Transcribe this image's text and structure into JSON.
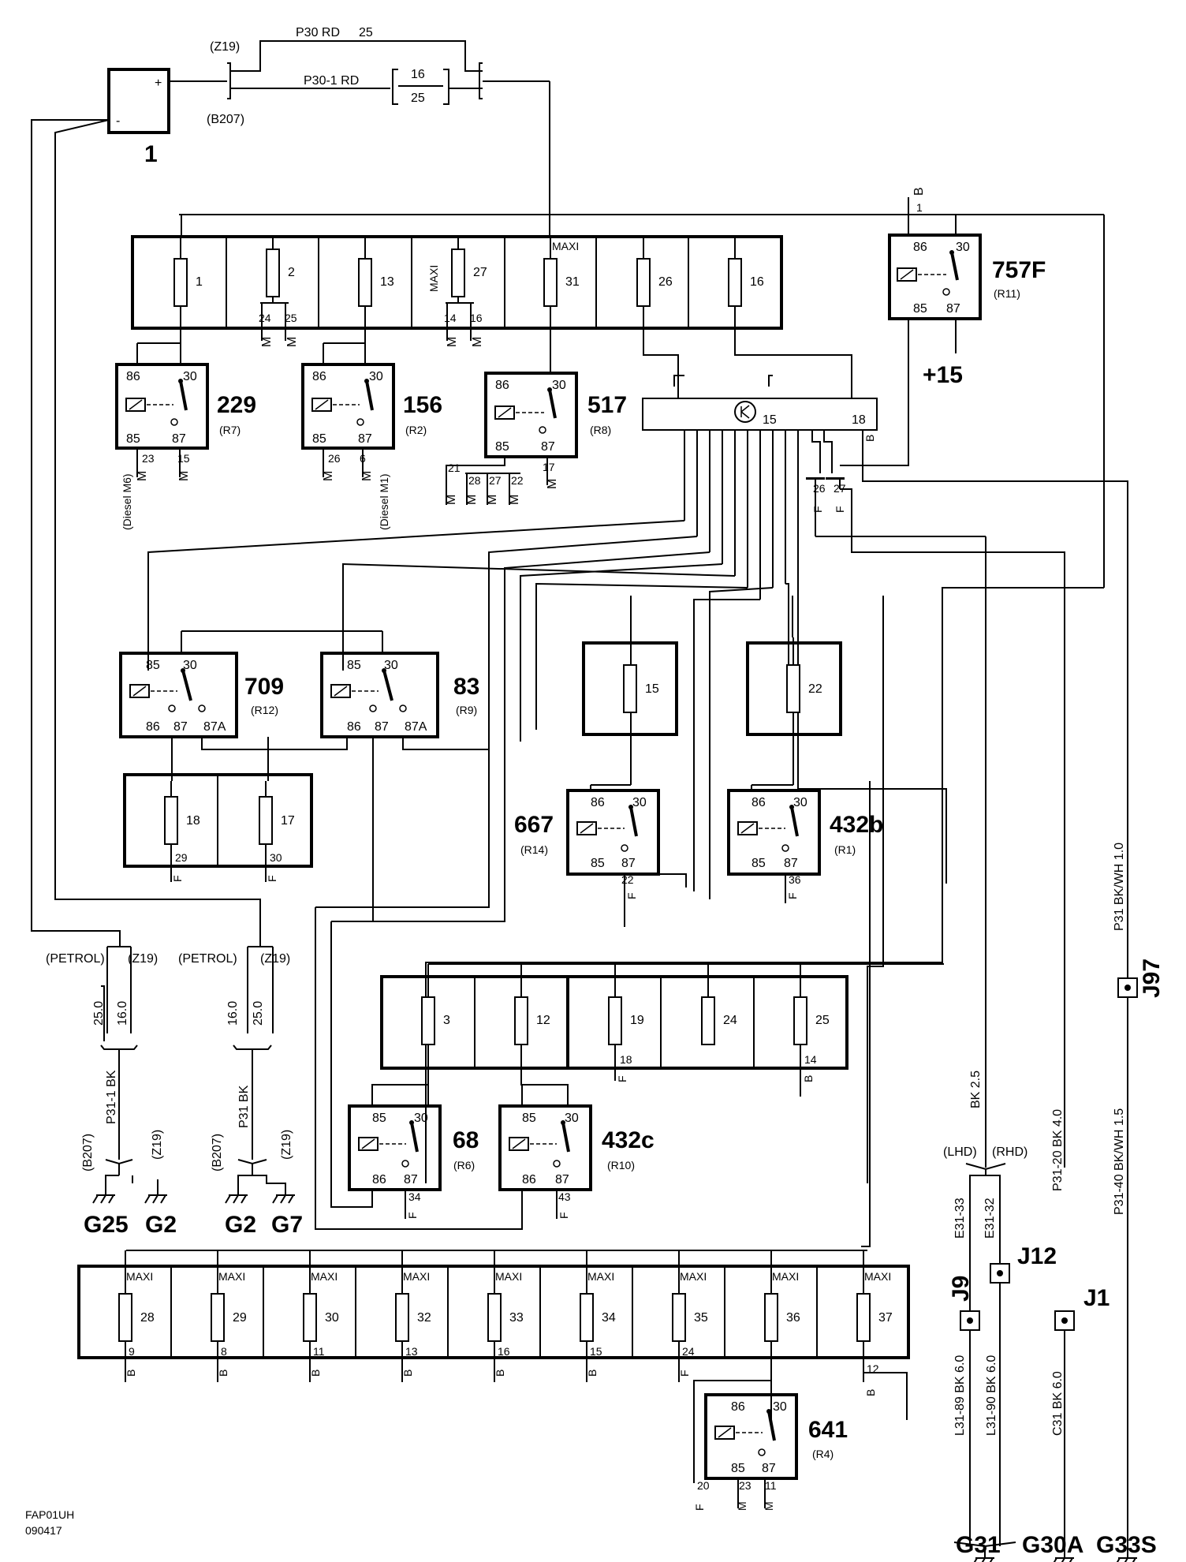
{
  "footer": {
    "code": "FAP01UH",
    "date": "090417"
  },
  "battery": {
    "label": "1",
    "plus": "+",
    "minus": "-"
  },
  "top_wires": {
    "w1": "P30 RD",
    "w1_size": "25",
    "w2": "P30-1 RD",
    "w2_size_a": "16",
    "w2_size_b": "25",
    "z19": "(Z19)",
    "b207": "(B207)"
  },
  "fuse_block_top": {
    "maxi": "MAXI",
    "fuses": [
      "1",
      "2",
      "13",
      "27",
      "31",
      "26",
      "16"
    ],
    "pins": [
      "24",
      "25",
      "14",
      "16"
    ],
    "ground": "M"
  },
  "relays": [
    {
      "id": "229",
      "ref": "(R7)",
      "p1": "86",
      "p2": "30",
      "p3": "85",
      "p4": "87",
      "w1": "23",
      "w2": "15",
      "note": "(Diesel M6)"
    },
    {
      "id": "156",
      "ref": "(R2)",
      "p1": "86",
      "p2": "30",
      "p3": "85",
      "p4": "87",
      "w1": "26",
      "w2": "6",
      "note": "(Diesel M1)"
    },
    {
      "id": "517",
      "ref": "(R8)",
      "p1": "86",
      "p2": "30",
      "p3": "85",
      "p4": "87",
      "w1": "17"
    },
    {
      "id": "757F",
      "ref": "(R11)",
      "p1": "86",
      "p2": "30",
      "p3": "85",
      "p4": "87",
      "supply": "+15",
      "top": "B",
      "top2": "1"
    },
    {
      "id": "709",
      "ref": "(R12)",
      "p1": "85",
      "p2": "30",
      "p3": "86",
      "p4": "87",
      "p5": "87A"
    },
    {
      "id": "83",
      "ref": "(R9)",
      "p1": "85",
      "p2": "30",
      "p3": "86",
      "p4": "87",
      "p5": "87A"
    },
    {
      "id": "667",
      "ref": "(R14)",
      "p1": "86",
      "p2": "30",
      "p3": "85",
      "p4": "87",
      "w1": "22"
    },
    {
      "id": "432b",
      "ref": "(R1)",
      "p1": "86",
      "p2": "30",
      "p3": "85",
      "p4": "87",
      "w1": "36"
    },
    {
      "id": "68",
      "ref": "(R6)",
      "p1": "85",
      "p2": "30",
      "p3": "86",
      "p4": "87",
      "w1": "34"
    },
    {
      "id": "432c",
      "ref": "(R10)",
      "p1": "85",
      "p2": "30",
      "p3": "86",
      "p4": "87",
      "w1": "43"
    },
    {
      "id": "641",
      "ref": "(R4)",
      "p1": "86",
      "p2": "30",
      "p3": "85",
      "p4": "87",
      "w1": "20",
      "w2": "23",
      "w3": "11"
    }
  ],
  "misc_small": {
    "sw_15": "15",
    "sw_18": "18",
    "sw_B": "B",
    "m21": "21",
    "m28": "28",
    "m27": "27",
    "m22": "22",
    "f26": "26",
    "f27": "27",
    "F": "F",
    "M": "M",
    "B": "B"
  },
  "fuse_pair": {
    "f18": "18",
    "f17": "17",
    "w29": "29",
    "w30": "30"
  },
  "single_fuses": {
    "f15": "15",
    "f22": "22"
  },
  "fuse_row_mid": {
    "fuses": [
      "3",
      "12",
      "19",
      "24",
      "25"
    ],
    "w18": "18",
    "w14": "14"
  },
  "fuse_row_bottom": {
    "maxi": "MAXI",
    "fuses": [
      "28",
      "29",
      "30",
      "32",
      "33",
      "34",
      "35",
      "36",
      "37"
    ],
    "wires": [
      "9",
      "8",
      "11",
      "13",
      "16",
      "15",
      "24",
      "",
      "12"
    ],
    "types": [
      "B",
      "B",
      "B",
      "B",
      "B",
      "B",
      "F",
      "",
      "B"
    ]
  },
  "grounds_left": {
    "petrol": "(PETROL)",
    "z19": "(Z19)",
    "b207": "(B207)",
    "a_s1": "25.0",
    "a_s2": "16.0",
    "a_wire": "P31-1 BK",
    "b_s1": "16.0",
    "b_s2": "25.0",
    "b_wire": "P31 BK",
    "g25": "G25",
    "g2a": "G2",
    "g2b": "G2",
    "g7": "G7"
  },
  "grounds_right": {
    "lhd": "(LHD)",
    "rhd": "(RHD)",
    "bk25": "BK 2.5",
    "e3133": "E31-33",
    "e3132": "E31-32",
    "j9": "J9",
    "j12": "J12",
    "j1": "J1",
    "j97": "J97",
    "l3189": "L31-89 BK 6.0",
    "l3190": "L31-90 BK 6.0",
    "p3120": "P31-20 BK 4.0",
    "c31": "C31 BK 6.0",
    "p31bkwh": "P31 BK/WH 1.0",
    "p3140": "P31-40 BK/WH 1.5",
    "g31": "G31",
    "g30a": "G30A",
    "g33s": "G33S"
  }
}
